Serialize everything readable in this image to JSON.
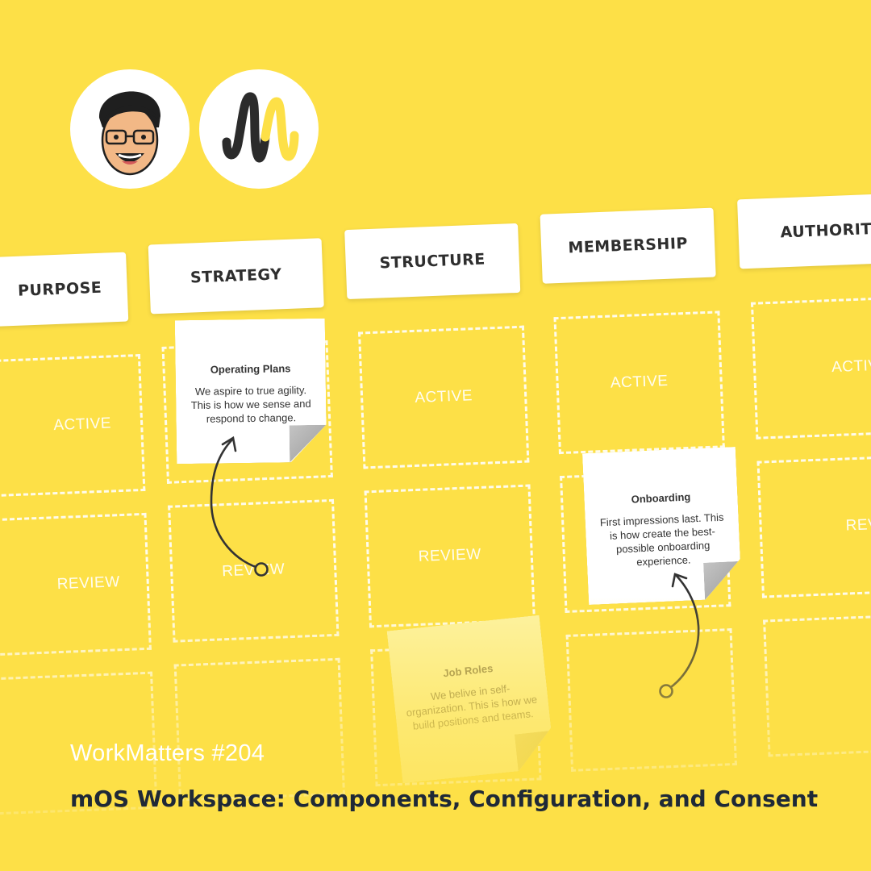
{
  "columns": [
    "PURPOSE",
    "STRATEGY",
    "STRUCTURE",
    "MEMBERSHIP",
    "AUTHORITY"
  ],
  "slot_labels": {
    "active": "ACTIVE",
    "review": "REVIEW"
  },
  "notes": {
    "operating_plans": {
      "title": "Operating Plans",
      "body": "We aspire to true agility. This is how we sense and respond to change."
    },
    "onboarding": {
      "title": "Onboarding",
      "body": "First impressions last. This is how create the best-possible onboarding experience."
    },
    "job_roles": {
      "title": "Job Roles",
      "body": "We belive in self-organization. This is how we build positions and teams."
    }
  },
  "footer": {
    "series": "WorkMatters #204",
    "title": "mOS Workspace: Components, Configuration, and Consent"
  },
  "colors": {
    "background": "#fde047",
    "logo_dark": "#2b2b2b",
    "logo_accent": "#fde047",
    "title_text": "#1f2937"
  },
  "icons": [
    "person-avatar-icon",
    "workmatters-logo-icon"
  ]
}
